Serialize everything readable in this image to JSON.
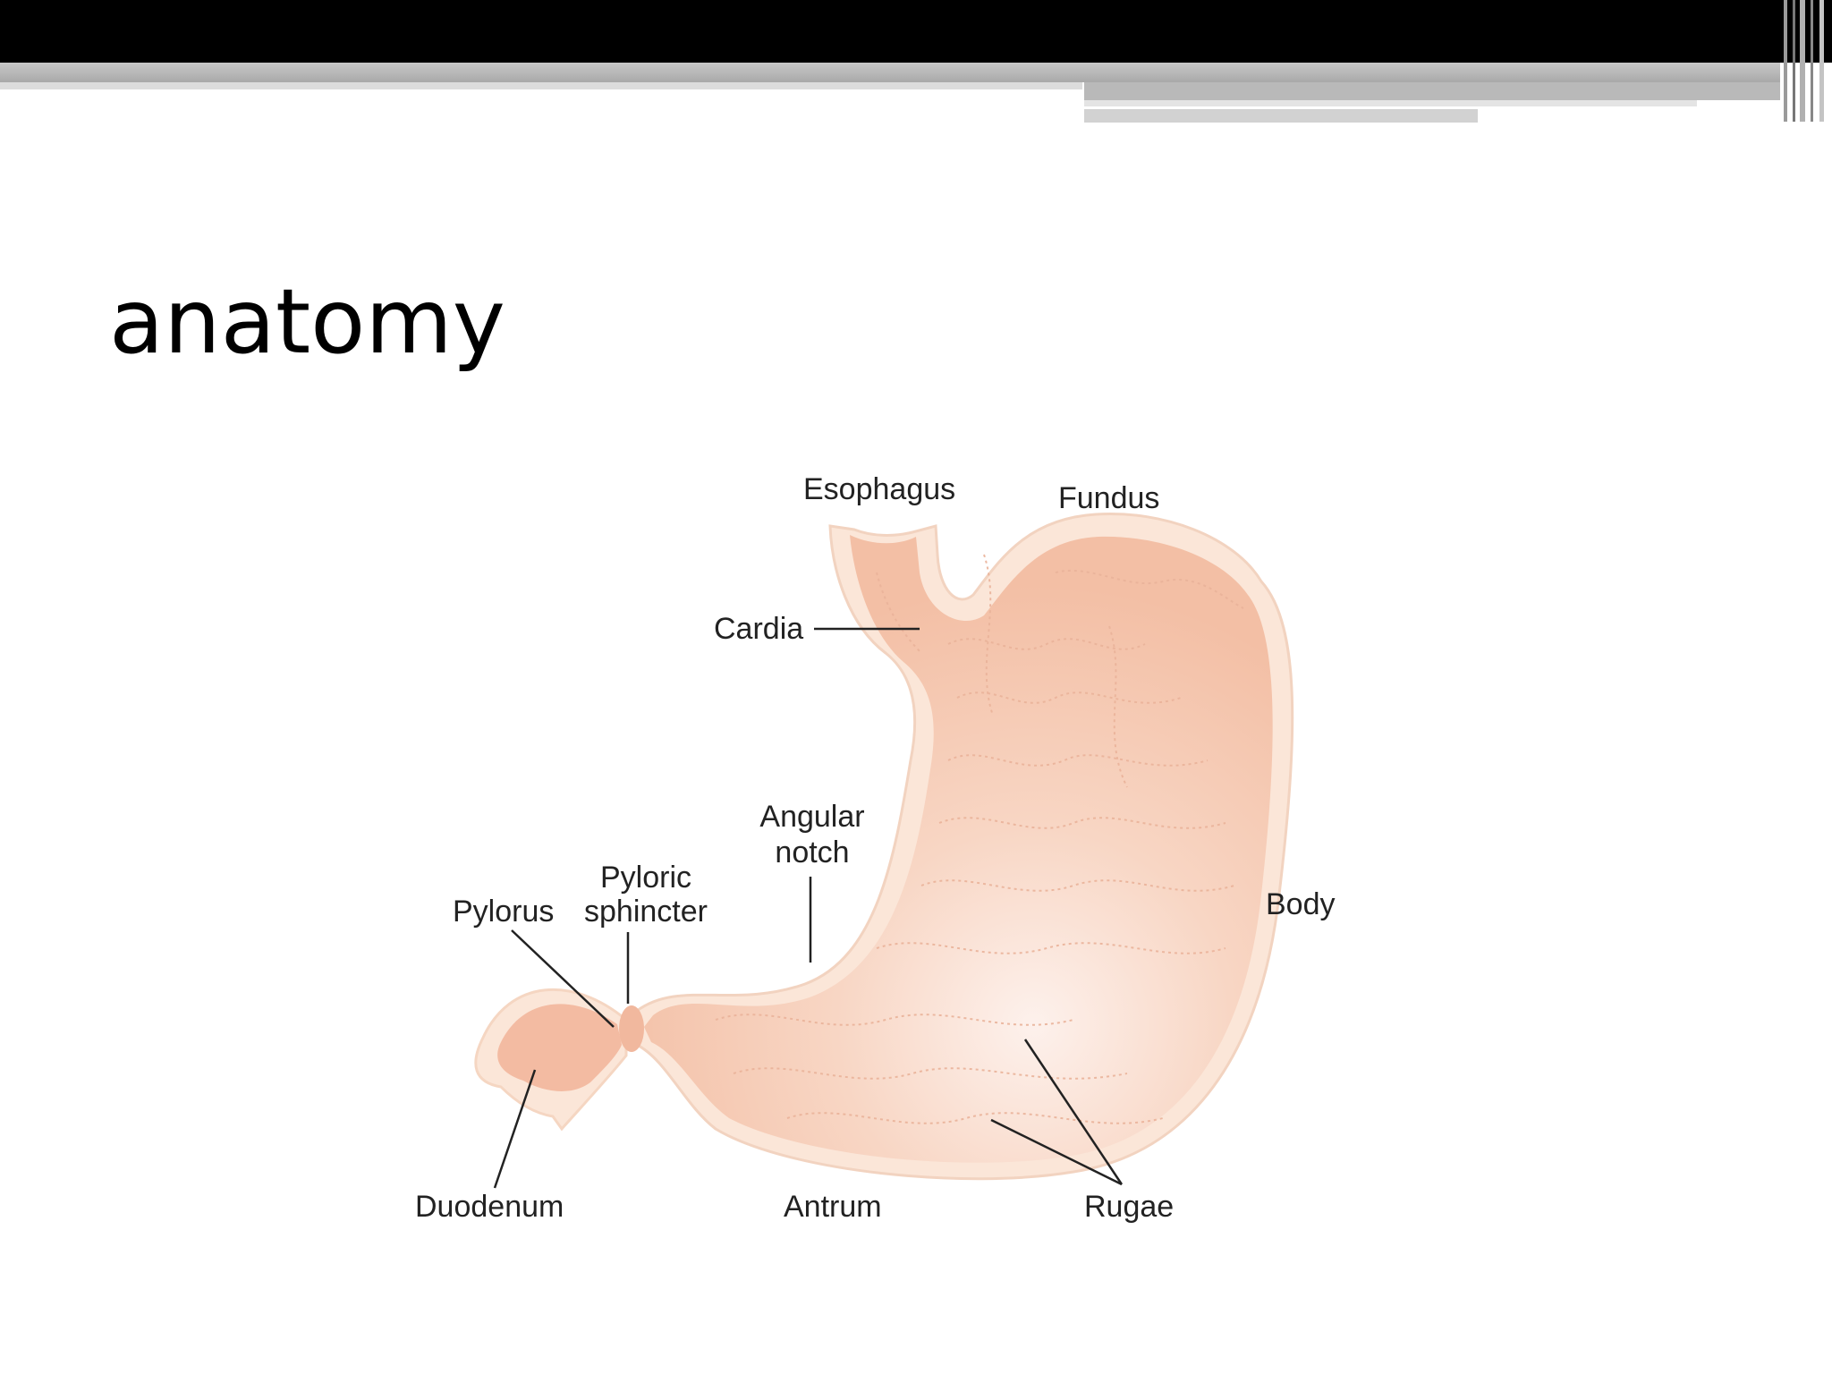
{
  "slide": {
    "title": "anatomy"
  },
  "diagram": {
    "labels": {
      "esophagus": "Esophagus",
      "fundus": "Fundus",
      "cardia": "Cardia",
      "angular_notch_line1": "Angular",
      "angular_notch_line2": "notch",
      "pyloric_sphincter_line1": "Pyloric",
      "pyloric_sphincter_line2": "sphincter",
      "pylorus": "Pylorus",
      "body": "Body",
      "duodenum": "Duodenum",
      "antrum": "Antrum",
      "rugae": "Rugae"
    },
    "colors": {
      "stomach_fill": "#f5c4ad",
      "stomach_wall": "#fbe6d8",
      "leader_line": "#222222"
    }
  }
}
